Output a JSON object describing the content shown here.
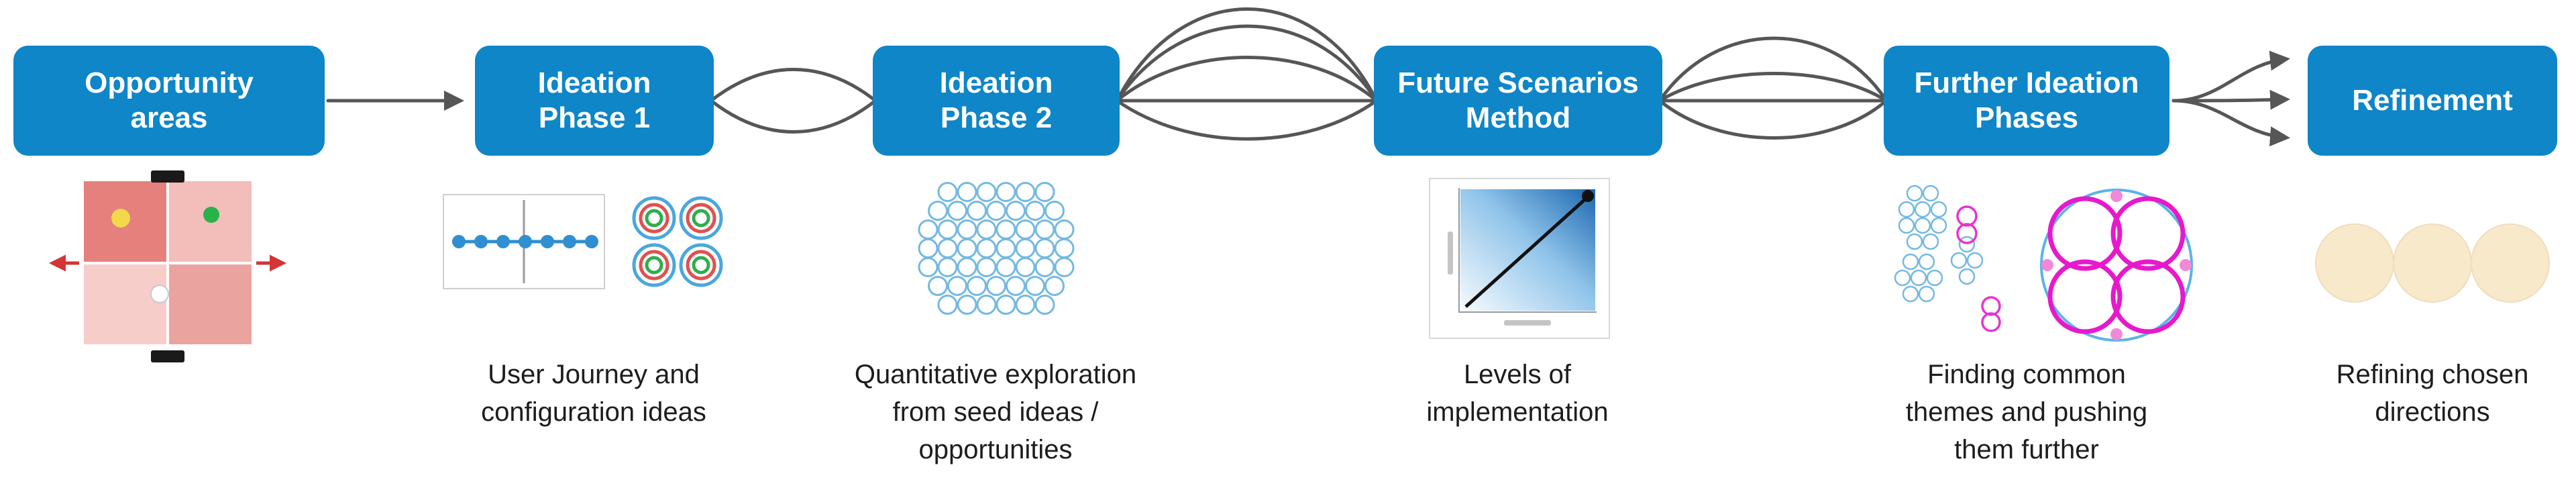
{
  "diagram": {
    "type": "process-flow",
    "stage_count": 6
  },
  "stages": [
    {
      "label": "Opportunity areas",
      "caption": ""
    },
    {
      "label": "Ideation Phase 1",
      "caption": "User Journey and configuration ideas"
    },
    {
      "label": "Ideation Phase 2",
      "caption": "Quantitative exploration from seed ideas / opportunities"
    },
    {
      "label": "Future Scenarios Method",
      "caption": "Levels of implementation"
    },
    {
      "label": "Further Ideation Phases",
      "caption": "Finding common themes and pushing them further"
    },
    {
      "label": "Refinement",
      "caption": "Refining chosen directions"
    }
  ],
  "colors": {
    "stage_box": "#0e86c8",
    "stage_text": "#ffffff",
    "connector": "#565656",
    "caption_text": "#1d1d1d",
    "idea_circle_blue": "#74b9e2",
    "theme_magenta": "#e619cd",
    "refinement_beige": "#f9e9cb",
    "matrix_red_dark": "#e5807d",
    "matrix_red_light": "#f7cdca",
    "journey_blue": "#2f8fd0",
    "target_red": "#e05151",
    "target_green": "#2fae4c",
    "dot_yellow": "#f2d84b",
    "dot_green": "#27b24a"
  },
  "graphics": [
    "opportunity-matrix-graphic",
    "user-journey-timeline-graphic",
    "target-rings-graphic",
    "idea-cluster-graphic",
    "scenario-chart-graphic",
    "theme-clusters-graphic",
    "grouped-themes-circle-graphic",
    "refinement-circles-graphic"
  ]
}
